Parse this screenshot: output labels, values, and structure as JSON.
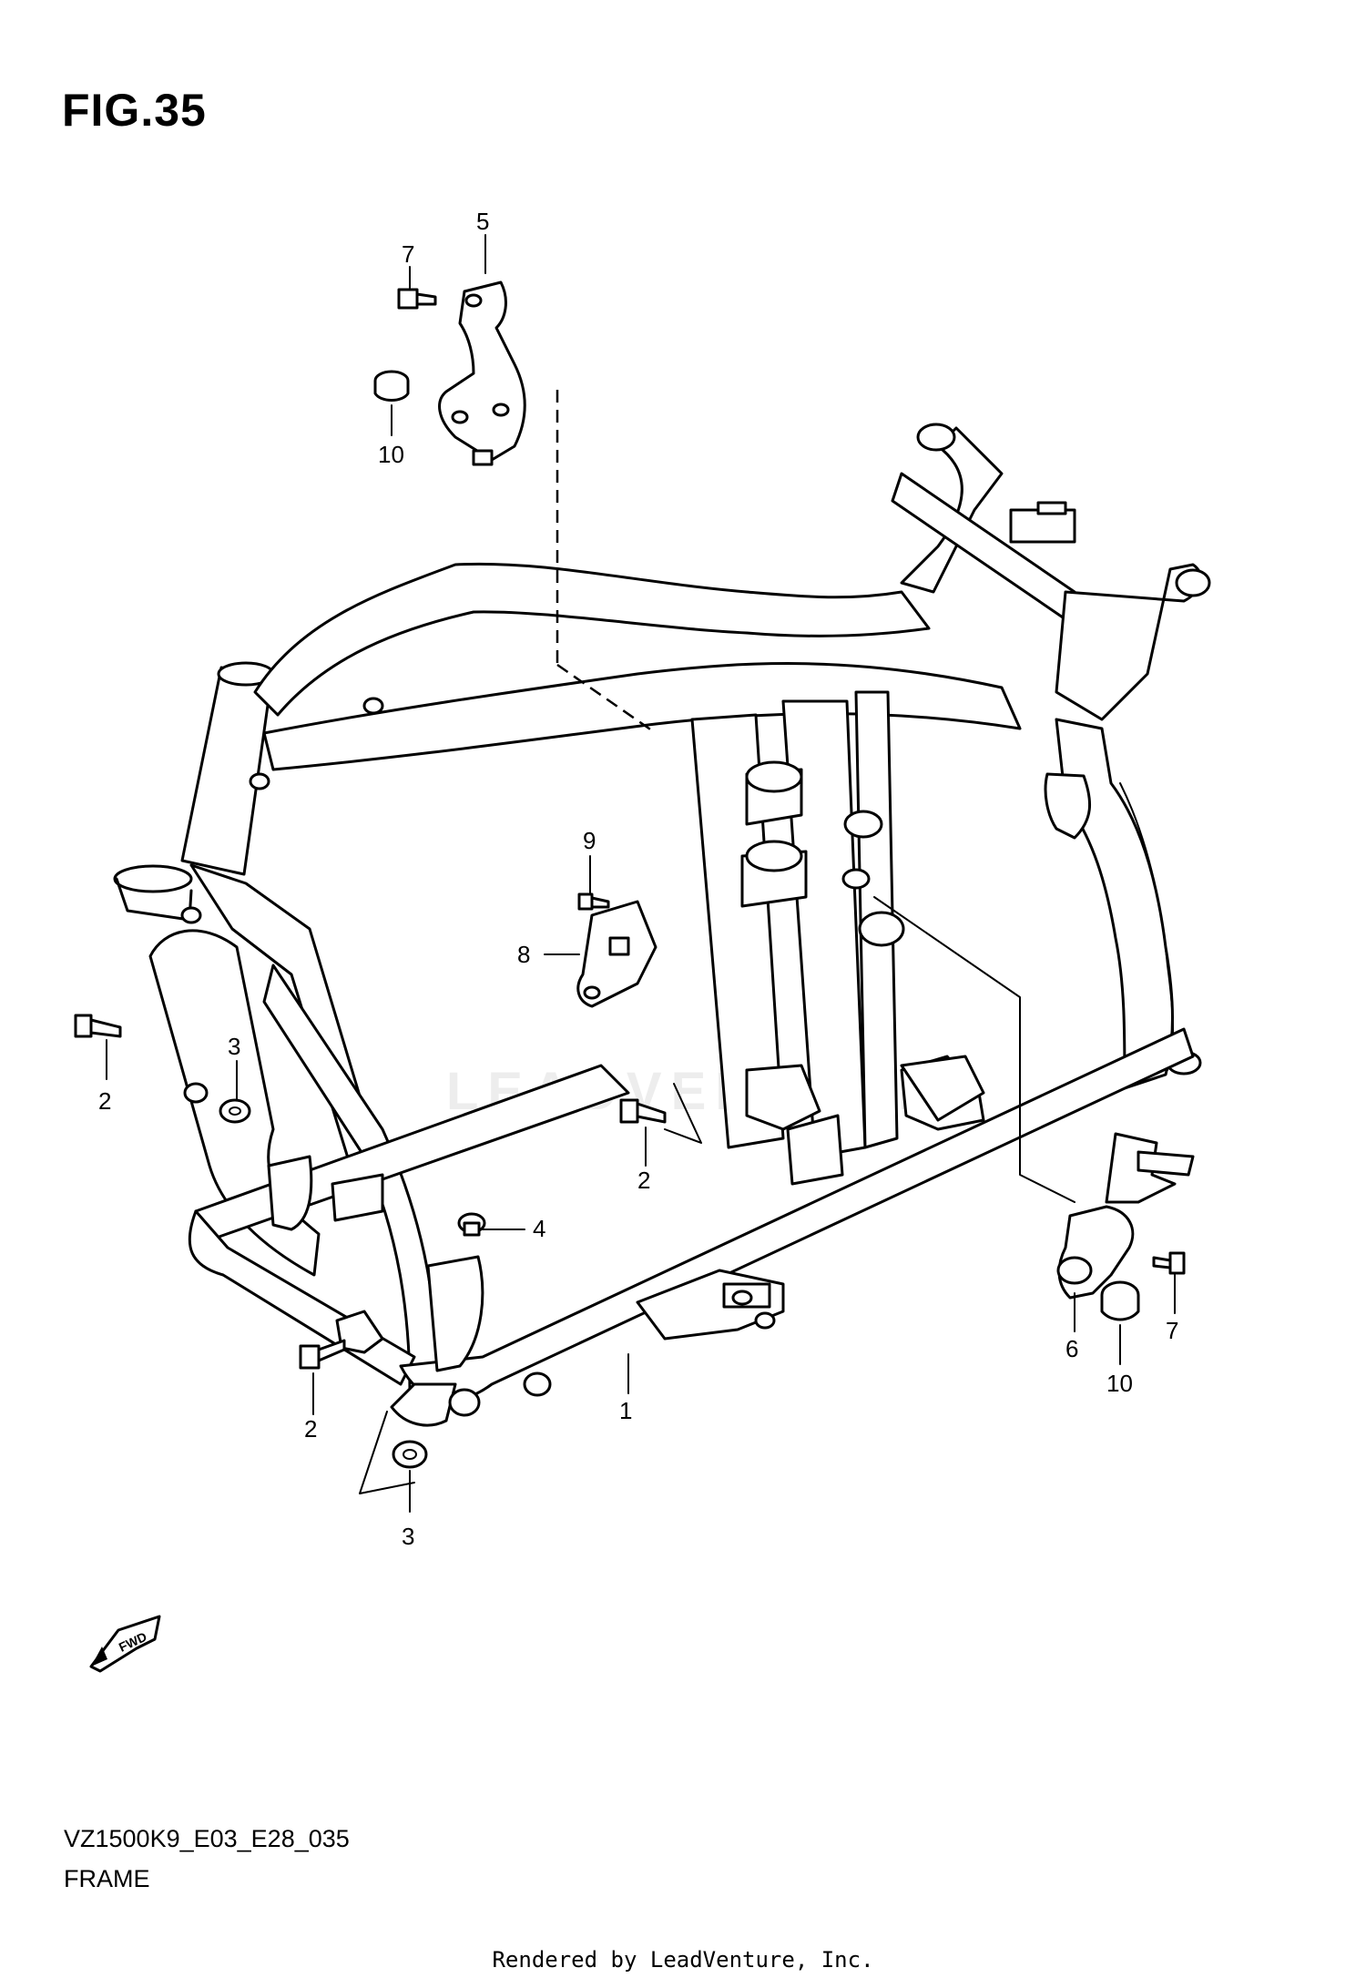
{
  "figure": {
    "title": "FIG.35",
    "model_code": "VZ1500K9_E03_E28_035",
    "caption": "FRAME",
    "footer": "Rendered by LeadVenture, Inc.",
    "watermark": "LEADVENTURE"
  },
  "callouts": [
    {
      "id": "callout-5-top",
      "label": "5"
    },
    {
      "id": "callout-7-top",
      "label": "7"
    },
    {
      "id": "callout-10-top",
      "label": "10"
    },
    {
      "id": "callout-9",
      "label": "9"
    },
    {
      "id": "callout-8",
      "label": "8"
    },
    {
      "id": "callout-3-left",
      "label": "3"
    },
    {
      "id": "callout-2-left",
      "label": "2"
    },
    {
      "id": "callout-2-center",
      "label": "2"
    },
    {
      "id": "callout-4",
      "label": "4"
    },
    {
      "id": "callout-2-bottom",
      "label": "2"
    },
    {
      "id": "callout-1",
      "label": "1"
    },
    {
      "id": "callout-3-bottom",
      "label": "3"
    },
    {
      "id": "callout-6",
      "label": "6"
    },
    {
      "id": "callout-7-right",
      "label": "7"
    },
    {
      "id": "callout-10-right",
      "label": "10"
    }
  ],
  "fwd_arrow": {
    "label": "FWD",
    "icon": "fwd-arrow-icon"
  }
}
